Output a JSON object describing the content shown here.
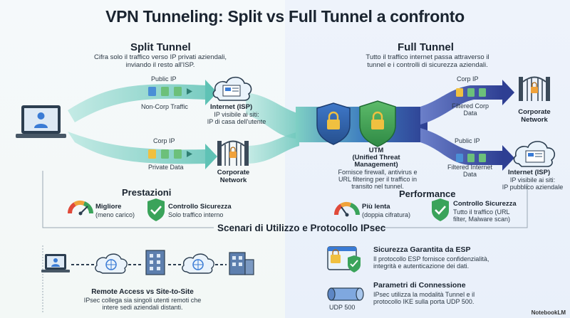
{
  "title": "VPN Tunneling: Split vs Full Tunnel a confronto",
  "split": {
    "heading": "Split Tunnel",
    "desc": [
      "Cifra solo il traffico verso IP privati aziendali,",
      "inviando il resto all'ISP."
    ],
    "public_ip": "Public IP",
    "non_corp": "Non-Corp Traffic",
    "corp_ip": "Corp IP",
    "private_data": "Private Data",
    "internet_label": "Internet (ISP)",
    "internet_desc": [
      "IP visibile ai siti:",
      "IP di casa dell'utente"
    ],
    "corp_label": [
      "Corporate",
      "Network"
    ],
    "perf_heading": "Prestazioni",
    "perf_title": "Migliore",
    "perf_sub": "(meno carico)",
    "sec_title": "Controllo Sicurezza",
    "sec_sub": "Solo traffico interno"
  },
  "full": {
    "heading": "Full Tunnel",
    "desc": [
      "Tutto il traffico internet passa attraverso il",
      "tunnel e i controlli di sicurezza aziendali."
    ],
    "corp_ip": "Corp IP",
    "filtered_corp": [
      "Filtered Corp",
      "Data"
    ],
    "corp_label": [
      "Corporate",
      "Network"
    ],
    "public_ip": "Public IP",
    "filtered_internet": [
      "Filtered Internet",
      "Data"
    ],
    "internet_label": "Internet (ISP)",
    "internet_desc": [
      "IP visibile ai siti:",
      "IP pubblico aziendale"
    ],
    "utm_title": [
      "UTM",
      "(Unified Threat",
      "Management)"
    ],
    "utm_desc": [
      "Fornisce firewall, antivirus e",
      "URL filtering per il traffico in",
      "transito nel tunnel."
    ],
    "perf_heading": "Performance",
    "perf_title": "Più lenta",
    "perf_sub": "(doppia cifratura)",
    "sec_title": "Controllo Sicurezza",
    "sec_sub": [
      "Tutto il traffico (URL",
      "filter, Malware scan)"
    ]
  },
  "bottom": {
    "heading": "Scenari di Utilizzo e Protocollo IPsec",
    "remote_title": "Remote Access vs Site-to-Site",
    "remote_desc": [
      "IPsec collega sia singoli utenti remoti che",
      "intere sedi aziendali distanti."
    ],
    "esp_title": "Sicurezza Garantita da ESP",
    "esp_desc": [
      "Il protocollo ESP fornisce confidenzialità,",
      "integrità e autenticazione dei dati."
    ],
    "conn_title": "Parametri di Connessione",
    "conn_desc": [
      "IPsec utilizza la modalità Tunnel e il",
      "protocollo IKE sulla porta UDP 500."
    ],
    "udp": "UDP 500"
  },
  "logo": "NotebookLM",
  "colors": {
    "teal": "#3fb6a8",
    "navy": "#2f4aa3",
    "blue": "#3a7bd5",
    "green": "#3aa35a",
    "orange": "#f0a23a"
  }
}
